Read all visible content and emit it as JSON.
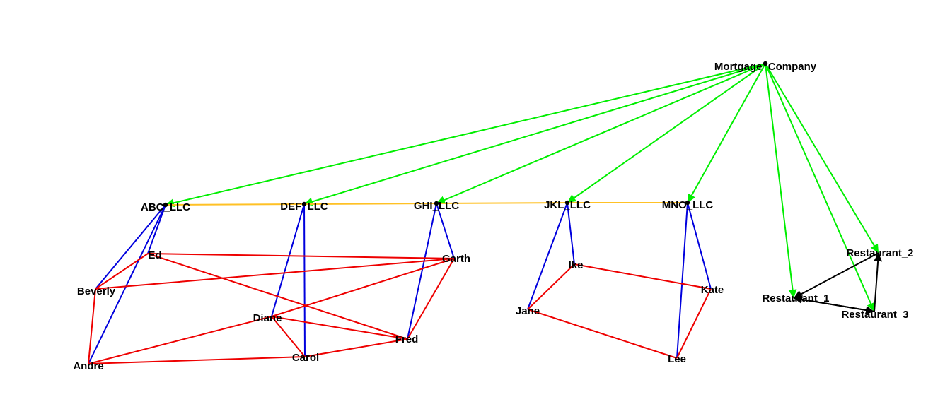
{
  "graph": {
    "nodes": [
      {
        "id": "mortgage",
        "label": "Mortgage_Company"
      },
      {
        "id": "abc",
        "label": "ABC_LLC"
      },
      {
        "id": "def",
        "label": "DEF_LLC"
      },
      {
        "id": "ghi",
        "label": "GHI_LLC"
      },
      {
        "id": "jkl",
        "label": "JKL_LLC"
      },
      {
        "id": "mno",
        "label": "MNO_LLC"
      },
      {
        "id": "restaurant_1",
        "label": "Restaurant_1"
      },
      {
        "id": "restaurant_2",
        "label": "Restaurant_2"
      },
      {
        "id": "restaurant_3",
        "label": "Restaurant_3"
      },
      {
        "id": "ed",
        "label": "Ed"
      },
      {
        "id": "garth",
        "label": "Garth"
      },
      {
        "id": "beverly",
        "label": "Beverly"
      },
      {
        "id": "diane",
        "label": "Diane"
      },
      {
        "id": "fred",
        "label": "Fred"
      },
      {
        "id": "andre",
        "label": "Andre"
      },
      {
        "id": "carol",
        "label": "Carol"
      },
      {
        "id": "ike",
        "label": "Ike"
      },
      {
        "id": "kate",
        "label": "Kate"
      },
      {
        "id": "jane",
        "label": "Jane"
      },
      {
        "id": "lee",
        "label": "Lee"
      }
    ],
    "edge_colors": {
      "green": "#00ee00",
      "orange": "#ffc125",
      "blue": "#0000dd",
      "red": "#ee0000",
      "black": "#000000"
    },
    "edges": [
      {
        "from": "mortgage",
        "to": "abc",
        "color": "green",
        "directed": true
      },
      {
        "from": "mortgage",
        "to": "def",
        "color": "green",
        "directed": true
      },
      {
        "from": "mortgage",
        "to": "ghi",
        "color": "green",
        "directed": true
      },
      {
        "from": "mortgage",
        "to": "jkl",
        "color": "green",
        "directed": true
      },
      {
        "from": "mortgage",
        "to": "mno",
        "color": "green",
        "directed": true
      },
      {
        "from": "mortgage",
        "to": "restaurant_1",
        "color": "green",
        "directed": true
      },
      {
        "from": "mortgage",
        "to": "restaurant_2",
        "color": "green",
        "directed": true
      },
      {
        "from": "mortgage",
        "to": "restaurant_3",
        "color": "green",
        "directed": true
      },
      {
        "from": "abc",
        "to": "def",
        "color": "orange",
        "directed": false
      },
      {
        "from": "def",
        "to": "ghi",
        "color": "orange",
        "directed": false
      },
      {
        "from": "ghi",
        "to": "jkl",
        "color": "orange",
        "directed": false
      },
      {
        "from": "jkl",
        "to": "mno",
        "color": "orange",
        "directed": false
      },
      {
        "from": "abc",
        "to": "ed",
        "color": "blue",
        "directed": false
      },
      {
        "from": "abc",
        "to": "beverly",
        "color": "blue",
        "directed": false
      },
      {
        "from": "abc",
        "to": "andre",
        "color": "blue",
        "directed": false
      },
      {
        "from": "def",
        "to": "diane",
        "color": "blue",
        "directed": false
      },
      {
        "from": "def",
        "to": "carol",
        "color": "blue",
        "directed": false
      },
      {
        "from": "ghi",
        "to": "garth",
        "color": "blue",
        "directed": false
      },
      {
        "from": "ghi",
        "to": "fred",
        "color": "blue",
        "directed": false
      },
      {
        "from": "jkl",
        "to": "ike",
        "color": "blue",
        "directed": false
      },
      {
        "from": "jkl",
        "to": "jane",
        "color": "blue",
        "directed": false
      },
      {
        "from": "mno",
        "to": "kate",
        "color": "blue",
        "directed": false
      },
      {
        "from": "mno",
        "to": "lee",
        "color": "blue",
        "directed": false
      },
      {
        "from": "ed",
        "to": "garth",
        "color": "red",
        "directed": false
      },
      {
        "from": "ed",
        "to": "beverly",
        "color": "red",
        "directed": false
      },
      {
        "from": "ed",
        "to": "fred",
        "color": "red",
        "directed": false
      },
      {
        "from": "beverly",
        "to": "garth",
        "color": "red",
        "directed": false
      },
      {
        "from": "beverly",
        "to": "andre",
        "color": "red",
        "directed": false
      },
      {
        "from": "garth",
        "to": "diane",
        "color": "red",
        "directed": false
      },
      {
        "from": "garth",
        "to": "fred",
        "color": "red",
        "directed": false
      },
      {
        "from": "diane",
        "to": "andre",
        "color": "red",
        "directed": false
      },
      {
        "from": "diane",
        "to": "fred",
        "color": "red",
        "directed": false
      },
      {
        "from": "diane",
        "to": "carol",
        "color": "red",
        "directed": false
      },
      {
        "from": "fred",
        "to": "carol",
        "color": "red",
        "directed": false
      },
      {
        "from": "andre",
        "to": "carol",
        "color": "red",
        "directed": false
      },
      {
        "from": "ike",
        "to": "jane",
        "color": "red",
        "directed": false
      },
      {
        "from": "ike",
        "to": "kate",
        "color": "red",
        "directed": false
      },
      {
        "from": "jane",
        "to": "lee",
        "color": "red",
        "directed": false
      },
      {
        "from": "kate",
        "to": "lee",
        "color": "red",
        "directed": false
      },
      {
        "from": "restaurant_3",
        "to": "restaurant_1",
        "color": "black",
        "directed": true
      },
      {
        "from": "restaurant_2",
        "to": "restaurant_1",
        "color": "black",
        "directed": true
      },
      {
        "from": "restaurant_3",
        "to": "restaurant_2",
        "color": "black",
        "directed": true
      },
      {
        "from": "restaurant_1",
        "to": "restaurant_3",
        "color": "black",
        "directed": true
      }
    ]
  }
}
